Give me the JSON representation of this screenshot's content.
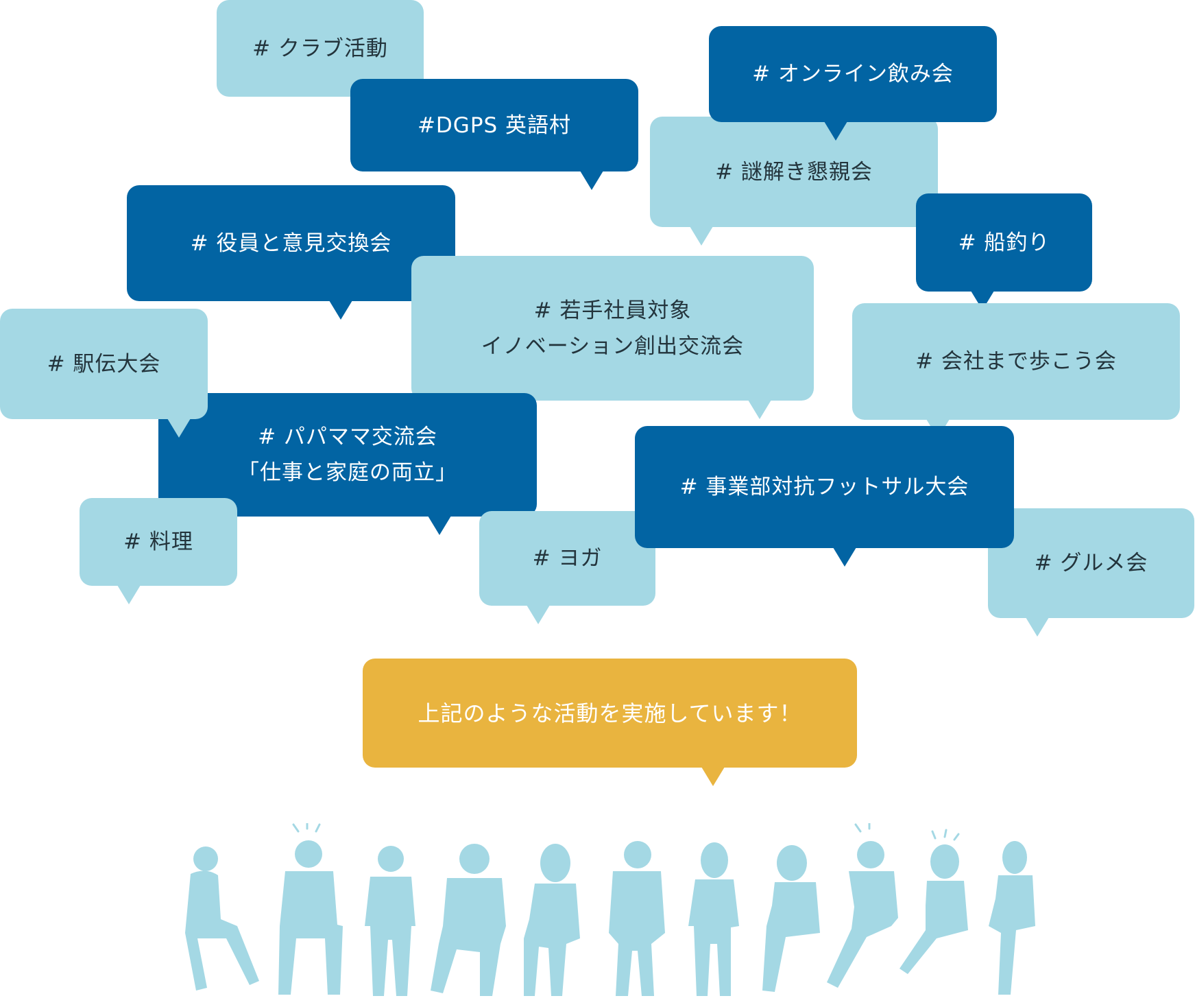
{
  "tags": {
    "club": "# クラブ活動",
    "dgps": "#DGPS 英語村",
    "online": "# オンライン飲み会",
    "nazo": "# 謎解き懇親会",
    "yakuin": "# 役員と意見交換会",
    "funa": "# 船釣り",
    "wakate_1": "# 若手社員対象",
    "wakate_2": "イノベーション創出交流会",
    "ekiden": "# 駅伝大会",
    "kaisha": "# 会社まで歩こう会",
    "papa_1": "# パパママ交流会",
    "papa_2": "「仕事と家庭の両立」",
    "futsal": "# 事業部対抗フットサル大会",
    "ryori": "# 料理",
    "yoga": "# ヨガ",
    "gourmet": "# グルメ会"
  },
  "summary": "上記のような活動を実施しています！",
  "colors": {
    "light": "#a4d8e4",
    "dark": "#0264a3",
    "gold": "#e9b43f",
    "silhouette": "#a4d8e4"
  },
  "icons": [
    "seated-people-silhouettes-icon"
  ]
}
